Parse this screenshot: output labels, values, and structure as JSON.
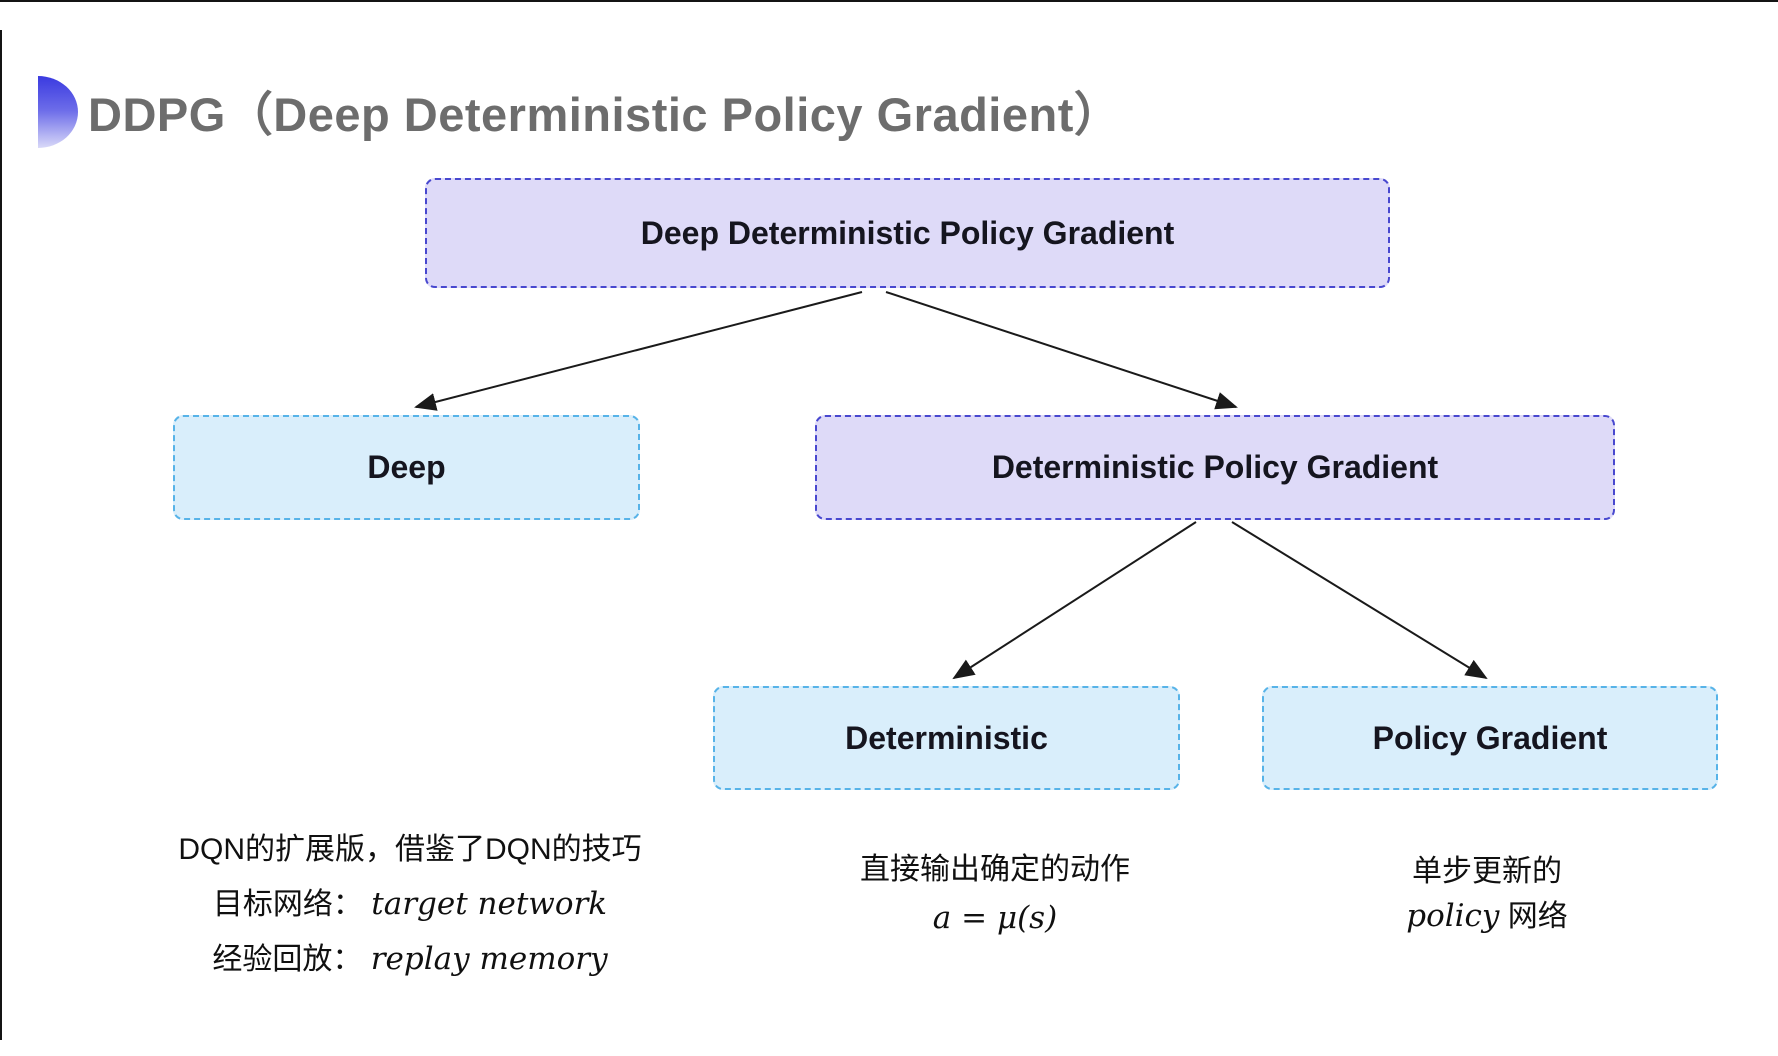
{
  "page": {
    "title": "DDPG（Deep Deterministic Policy Gradient）"
  },
  "diagram": {
    "nodes": {
      "root": {
        "label": "Deep Deterministic Policy Gradient",
        "style": "purple"
      },
      "deep": {
        "label": "Deep",
        "style": "blue"
      },
      "dpg": {
        "label": "Deterministic Policy Gradient",
        "style": "purple"
      },
      "deterministic": {
        "label": "Deterministic",
        "style": "blue"
      },
      "policy_gradient": {
        "label": "Policy Gradient",
        "style": "blue"
      }
    },
    "edges": [
      {
        "from": "root",
        "to": "deep"
      },
      {
        "from": "root",
        "to": "dpg"
      },
      {
        "from": "dpg",
        "to": "deterministic"
      },
      {
        "from": "dpg",
        "to": "policy_gradient"
      }
    ]
  },
  "annotations": {
    "deep": {
      "line1": "DQN的扩展版，借鉴了DQN的技巧",
      "line2_label": "目标网络：",
      "line2_term": "target network",
      "line3_label": "经验回放：",
      "line3_term": "replay memory"
    },
    "deterministic": {
      "line1": "直接输出确定的动作",
      "formula": "a = μ(s)"
    },
    "policy_gradient": {
      "line1": "单步更新的",
      "line2_term": "policy",
      "line2_suffix": " 网络"
    }
  },
  "colors": {
    "purple_fill": "#dedaf8",
    "purple_border": "#4848cf",
    "blue_fill": "#d9eefb",
    "blue_border": "#57b3e8",
    "title_gray": "#6d6d6d",
    "arrow": "#1a1a1a",
    "deco_blue": "#3a3ae0"
  }
}
